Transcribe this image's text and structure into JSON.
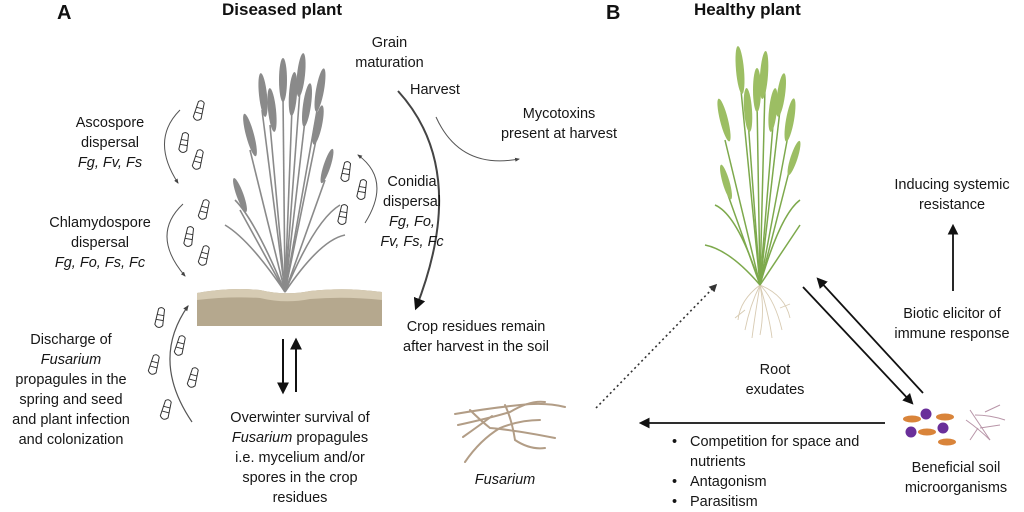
{
  "panels": {
    "a": {
      "letter": "A",
      "title": "Diseased plant",
      "labels": {
        "grain_maturation": [
          "Grain",
          "maturation"
        ],
        "harvest": "Harvest",
        "mycotoxins": [
          "Mycotoxins",
          "present at harvest"
        ],
        "ascospore": {
          "lines": [
            "Ascospore",
            "dispersal"
          ],
          "species": "Fg, Fv, Fs"
        },
        "chlamydospore": {
          "lines": [
            "Chlamydospore",
            "dispersal"
          ],
          "species": "Fg, Fo, Fs, Fc"
        },
        "conidia": {
          "lines": [
            "Conidia",
            "dispersal"
          ],
          "species": [
            "Fg, Fo,",
            "Fv, Fs, Fc"
          ]
        },
        "crop_residues": [
          "Crop residues remain",
          "after harvest in the soil"
        ],
        "discharge": {
          "line1": "Discharge of",
          "italic": "Fusarium",
          "rest": [
            "propagules in the",
            "spring and seed",
            "and plant infection",
            "and colonization"
          ]
        },
        "overwinter": {
          "line1": "Overwinter survival of",
          "italic": "Fusarium",
          "line2_rest": " propagules",
          "rest": [
            "i.e. mycelium and/or",
            "spores in the crop",
            "residues"
          ]
        }
      }
    },
    "b": {
      "letter": "B",
      "title": "Healthy plant",
      "labels": {
        "inducing": [
          "Inducing systemic",
          "resistance"
        ],
        "biotic": [
          "Biotic elicitor of",
          "immune response"
        ],
        "root_exudates": [
          "Root",
          "exudates"
        ],
        "fusarium": "Fusarium",
        "beneficial": [
          "Beneficial soil",
          "microorganisms"
        ],
        "mechanisms": [
          "Competition for space and nutrients",
          "Antagonism",
          "Parasitism"
        ]
      }
    }
  },
  "colors": {
    "diseased_plant": "#8a8a8a",
    "healthy_plant": "#8db35a",
    "soil": "#b5a88e",
    "soil_top": "#d6cbb3",
    "fusarium_hyphae": "#b29d86",
    "microbe_orange": "#d9843a",
    "microbe_purple": "#6a2f9a",
    "microbe_hyphae": "#b895a8",
    "roots": "#d8cbb3",
    "arrow": "#111111"
  }
}
